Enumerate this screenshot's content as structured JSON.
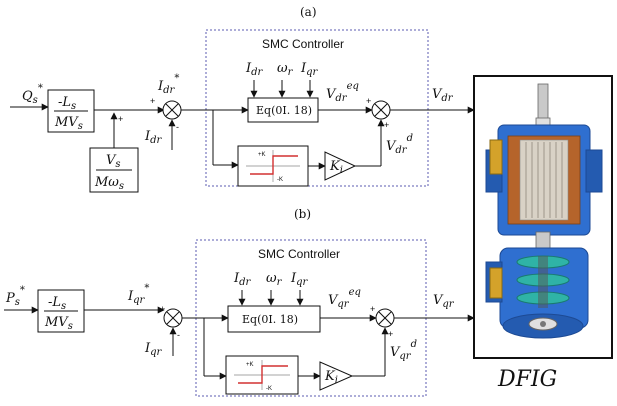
{
  "panels": {
    "a": "(a)",
    "b": "(b)"
  },
  "controller_title": "SMC Controller",
  "top": {
    "input": {
      "base": "Q",
      "sub": "s",
      "sup": "*"
    },
    "gain1": {
      "num": "-L",
      "num_sub": "s",
      "den": "MV",
      "den_sub": "s"
    },
    "gain2": {
      "num": "V",
      "num_sub": "s",
      "den": "Mω",
      "den_sub": "s"
    },
    "ref": {
      "base": "I",
      "sub": "dr",
      "sup": "*"
    },
    "feedback": {
      "base": "I",
      "sub": "dr"
    },
    "eq_inputs": [
      {
        "base": "I",
        "sub": "dr"
      },
      {
        "base": "ω",
        "sub": "r"
      },
      {
        "base": "I",
        "sub": "qr"
      }
    ],
    "eq_block": "Eq(0I. 18)",
    "veq": {
      "base": "V",
      "sub": "dr",
      "sup": "eq"
    },
    "vd": {
      "base": "V",
      "sub": "dr",
      "sup": "d"
    },
    "output": {
      "base": "V",
      "sub": "dr"
    },
    "gain": {
      "base": "K",
      "sub": "i"
    }
  },
  "bottom": {
    "input": {
      "base": "P",
      "sub": "s",
      "sup": "*"
    },
    "gain1": {
      "num": "-L",
      "num_sub": "s",
      "den": "MV",
      "den_sub": "s"
    },
    "ref": {
      "base": "I",
      "sub": "qr",
      "sup": "*"
    },
    "feedback": {
      "base": "I",
      "sub": "qr"
    },
    "eq_inputs": [
      {
        "base": "I",
        "sub": "dr"
      },
      {
        "base": "ω",
        "sub": "r"
      },
      {
        "base": "I",
        "sub": "qr"
      }
    ],
    "eq_block": "Eq(0I. 18)",
    "veq": {
      "base": "V",
      "sub": "qr",
      "sup": "eq"
    },
    "vd": {
      "base": "V",
      "sub": "qr",
      "sup": "d"
    },
    "output": {
      "base": "V",
      "sub": "qr"
    },
    "gain": {
      "base": "K",
      "sub": "i"
    }
  },
  "sat_labels": {
    "plus": "+K",
    "minus": "-K"
  },
  "machine_label": "DFIG",
  "colors": {
    "line": "#111111",
    "dashed_box": "#5b5bb0",
    "stator_blue": "#2f6fd0",
    "copper": "#b5642b",
    "teal": "#2fb3a6",
    "sat_red": "#d23030"
  }
}
